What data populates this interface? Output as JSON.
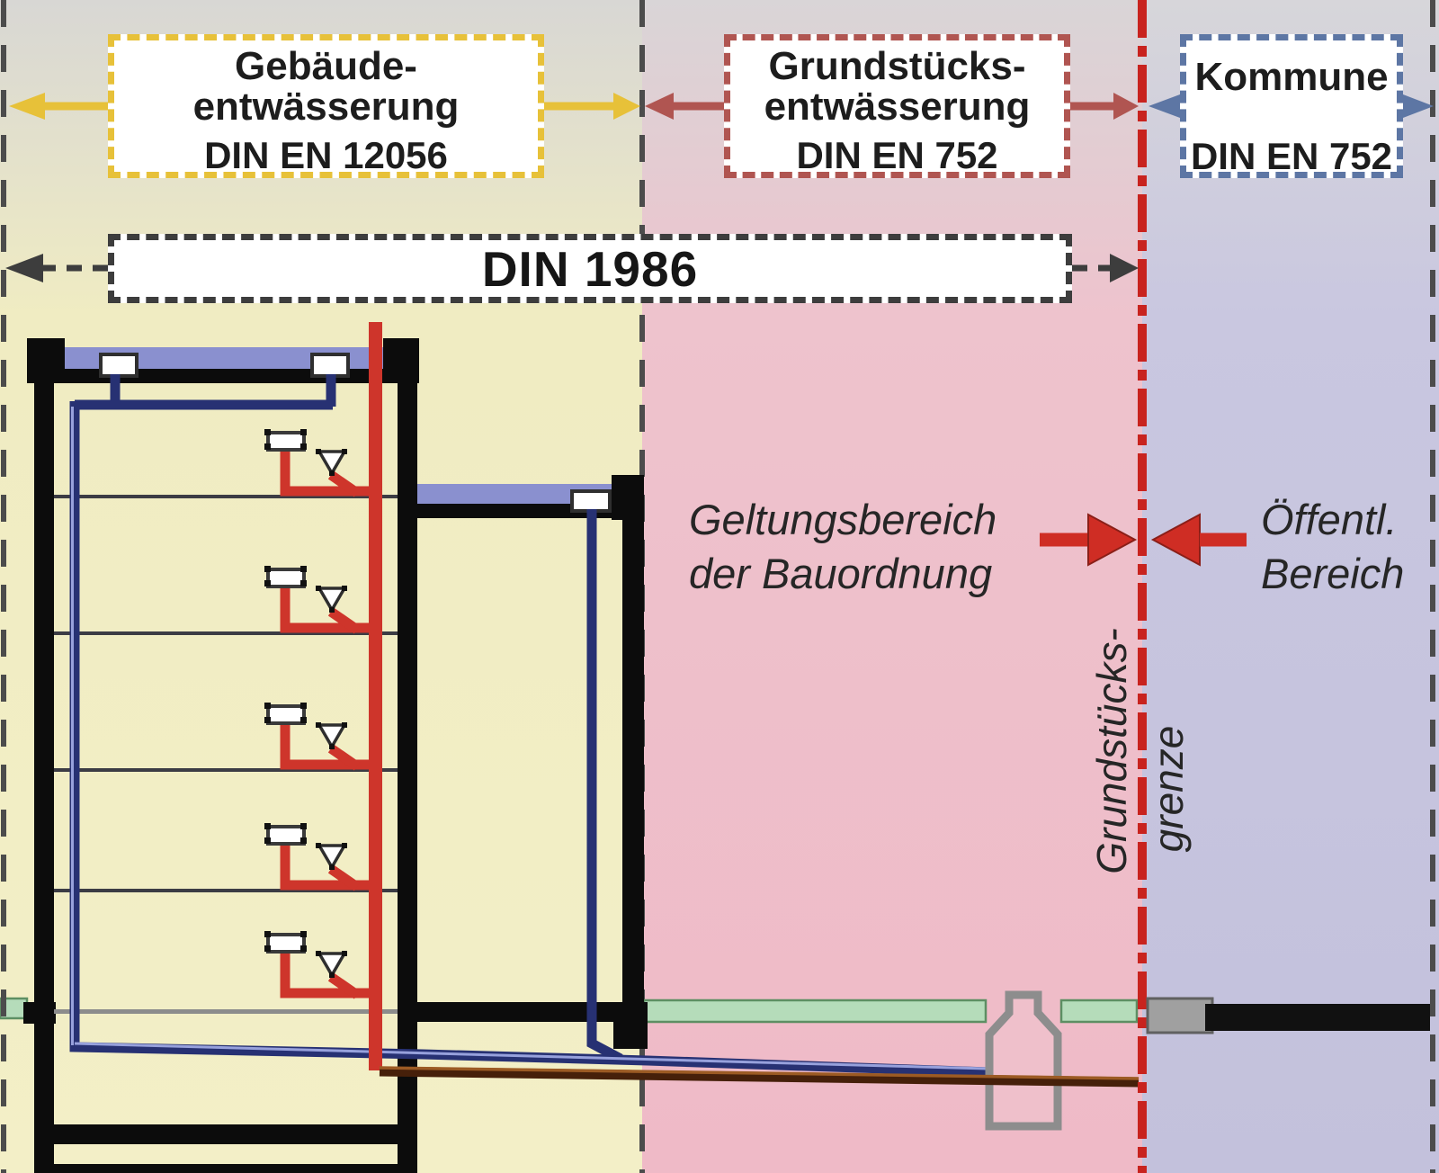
{
  "zones": {
    "gebaeude": {
      "label_line1": "Gebäude-",
      "label_line2": "entwässerung",
      "standard": "DIN EN 12056",
      "border_color": "#e7c139"
    },
    "grundstueck": {
      "label_line1": "Grundstücks-",
      "label_line2": "entwässerung",
      "standard": "DIN EN 752",
      "border_color": "#b05551"
    },
    "kommune": {
      "label": "Kommune",
      "standard": "DIN EN 752",
      "border_color": "#5d76a4"
    }
  },
  "banner": {
    "label": "DIN 1986"
  },
  "annotations": {
    "geltungsbereich_line1": "Geltungsbereich",
    "geltungsbereich_line2": "der Bauordnung",
    "oeffentlich_line1": "Öffentl.",
    "oeffentlich_line2": "Bereich",
    "boundary_label_line1": "Grundstücks-",
    "boundary_label_line2": "grenze"
  },
  "colors": {
    "zone_yellow": "#f2eec6",
    "zone_pink": "#efbcc9",
    "zone_lavender": "#c6c4de",
    "top_fade_gray": "#d8d7d4",
    "accent_yellow": "#e7c139",
    "accent_redbrown": "#b05551",
    "accent_blue": "#5d76a4",
    "din_dark_gray": "#3d3d3d",
    "boundary_red": "#c8231e",
    "arrow_red": "#cf2d24",
    "building_black": "#0c0c0c",
    "roof_blue": "#8a90cf",
    "pipe_rain_blue": "#273173",
    "pipe_waste_red": "#ce352b",
    "pipe_ground_brown": "#46200a",
    "pipe_storm_green": "#b5dcba",
    "chamber_gray": "#8d8d8d",
    "sewer_black": "#111111"
  }
}
